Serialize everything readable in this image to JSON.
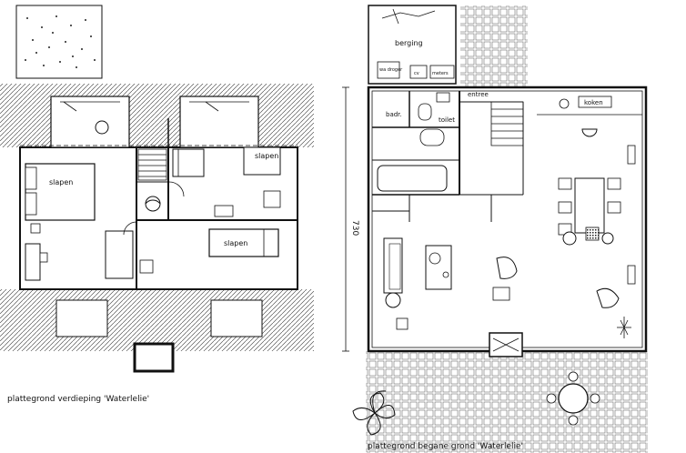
{
  "captions": {
    "upper_floor": "plattegrond verdieping 'Waterlelie'",
    "ground_floor": "plattegrond begane grond 'Waterlelie'"
  },
  "upper_rooms": {
    "bedroom_1": "slapen",
    "bedroom_2": "slapen",
    "bedroom_3": "slapen"
  },
  "ground_rooms": {
    "storage": "berging",
    "washer_dryer": "wa droger",
    "cv": "cv",
    "meters": "meters",
    "entrance": "entree",
    "bathroom": "badr.",
    "toilet": "toilet",
    "kitchen": "koken"
  },
  "dimensions": {
    "depth": "730"
  }
}
